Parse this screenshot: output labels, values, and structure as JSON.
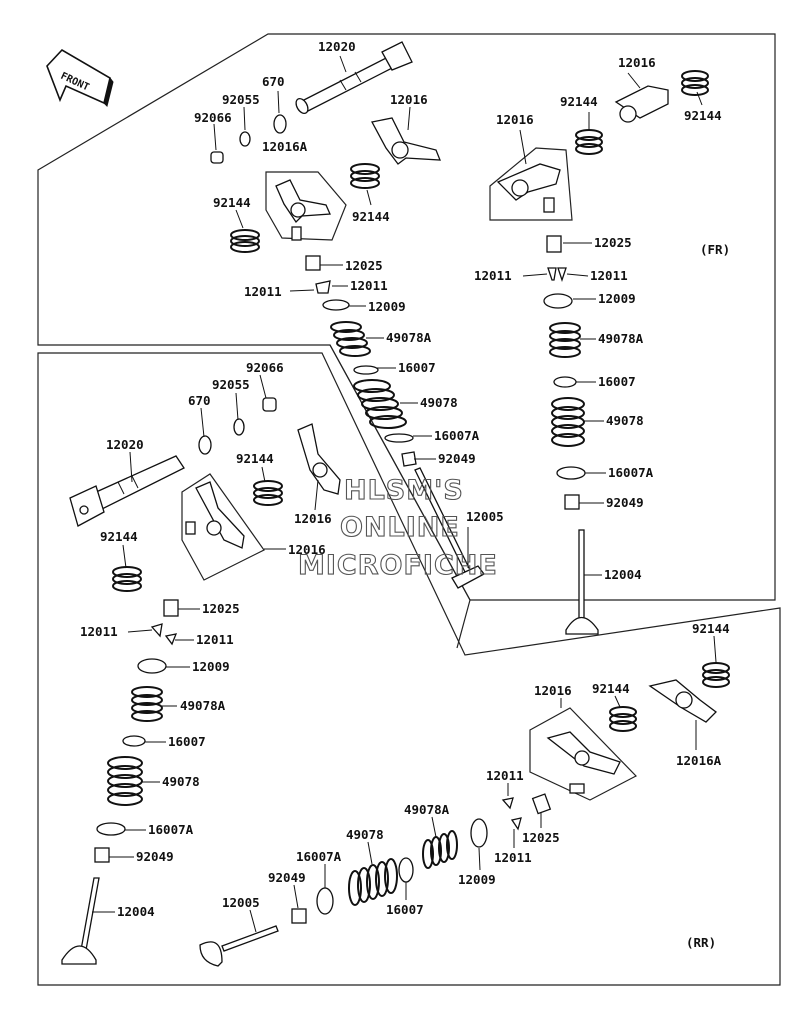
{
  "front_label": "FRONT",
  "region_labels": {
    "fr": "(FR)",
    "rr": "(RR)"
  },
  "watermark": [
    "HLSM'S",
    "ONLINE",
    "MICROFICHE"
  ],
  "callouts": {
    "fr_camshaft": "12020",
    "fr_oring": "670",
    "fr_oring_small": "92055",
    "fr_plug": "92066",
    "fr_rocker_arm": "12016",
    "fr_rocker_arm_a": "12016A",
    "fr_spring_left": "92144",
    "fr_spring_mid": "92144",
    "fr_lifter": "12025",
    "fr_cotter_left": "12011",
    "fr_cotter_right": "12011",
    "fr_retainer": "12009",
    "fr_valve_spring_inner": "49078A",
    "fr_seat_upper": "16007",
    "fr_valve_spring_outer": "49078",
    "fr_seat_lower": "16007A",
    "fr_stem_seal": "92049",
    "fr_exhaust_valve": "12005",
    "fr_right_rocker_arm_box": "12016",
    "fr_right_rocker_arm_top": "12016",
    "fr_right_spring_a": "92144",
    "fr_right_spring_b": "92144",
    "fr_right_lifter": "12025",
    "fr_right_cotter_left": "12011",
    "fr_right_cotter_right": "12011",
    "fr_right_retainer": "12009",
    "fr_right_spring_inner": "49078A",
    "fr_right_seat_upper": "16007",
    "fr_right_spring_outer": "49078",
    "fr_right_seat_lower": "16007A",
    "fr_right_stem_seal": "92049",
    "fr_right_intake_valve": "12004",
    "rr_plug": "92066",
    "rr_oring_small": "92055",
    "rr_oring": "670",
    "rr_camshaft": "12020",
    "rr_spring_top": "92144",
    "rr_rocker_arm": "12016",
    "rr_spring_left": "92144",
    "rr_rocker_arm_box": "12016",
    "rr_lifter": "12025",
    "rr_cotter_left": "12011",
    "rr_cotter_right": "12011",
    "rr_retainer": "12009",
    "rr_spring_inner": "49078A",
    "rr_seat_upper": "16007",
    "rr_spring_outer": "49078",
    "rr_seat_lower": "16007A",
    "rr_stem_seal": "92049",
    "rr_intake_valve": "12004",
    "rr2_spring_a": "92144",
    "rr2_spring_b": "92144",
    "rr2_rocker_arm": "12016",
    "rr2_rocker_arm_a": "12016A",
    "rr2_cotter_top": "12011",
    "rr2_cotter_bottom": "12011",
    "rr2_lifter": "12025",
    "rr2_retainer": "12009",
    "rr2_spring_inner": "49078A",
    "rr2_seat_upper": "16007",
    "rr2_spring_outer": "49078",
    "rr2_seat_lower": "16007A",
    "rr2_stem_seal": "92049",
    "rr2_exhaust_valve": "12005"
  }
}
